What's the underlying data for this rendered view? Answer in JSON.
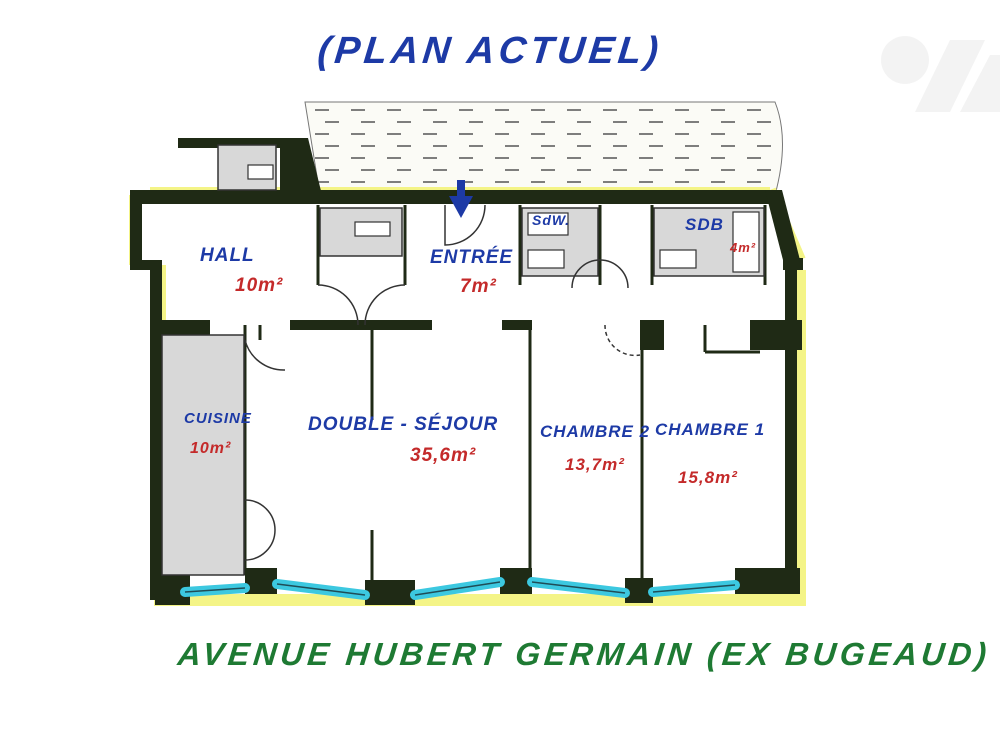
{
  "plan": {
    "title": "(PLAN ACTUEL)",
    "street": "AVENUE HUBERT GERMAIN (EX BUGEAUD)",
    "watermark": "logo-watermark",
    "entrance_marker": "arrow-down-icon"
  },
  "rooms": [
    {
      "name": "HALL",
      "area": "10m²"
    },
    {
      "name": "ENTRÉE",
      "area": "7m²"
    },
    {
      "name": "SdW.",
      "area": ""
    },
    {
      "name": "SDB",
      "area": "4m²"
    },
    {
      "name": "CUISINE",
      "area": "10m²"
    },
    {
      "name": "DOUBLE - SÉJOUR",
      "area": "35,6m²"
    },
    {
      "name": "CHAMBRE 2",
      "area": "13,7m²"
    },
    {
      "name": "CHAMBRE 1",
      "area": "15,8m²"
    }
  ],
  "colors": {
    "room_labels": "#1d3aa6",
    "area_labels": "#c42a2a",
    "street_label": "#1e7a33",
    "walls": "#1f2a15",
    "highlight": "#f3f37a",
    "glazing": "#3cc8e0"
  }
}
